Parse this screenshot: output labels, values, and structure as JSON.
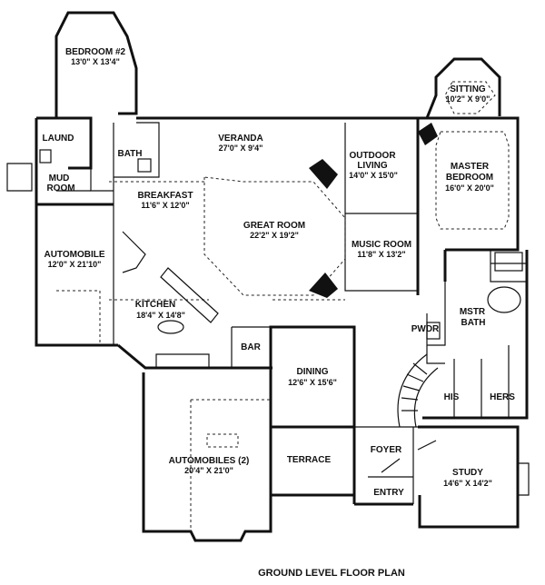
{
  "caption": "GROUND LEVEL FLOOR PLAN",
  "rooms": {
    "bedroom2": {
      "name": "BEDROOM #2",
      "dim": "13'0\" X 13'4\""
    },
    "sitting": {
      "name": "SITTING",
      "dim": "10'2\" X 9'0\""
    },
    "veranda": {
      "name": "VERANDA",
      "dim": "27'0\" X 9'4\""
    },
    "laund": {
      "name": "LAUND"
    },
    "bath": {
      "name": "BATH"
    },
    "mudroom_1": {
      "name": "MUD"
    },
    "mudroom_2": {
      "name": "ROOM"
    },
    "outdoor_living_1": {
      "name": "OUTDOOR"
    },
    "outdoor_living_2": {
      "name": "LIVING",
      "dim": "14'0\" X 15'0\""
    },
    "master_bedroom_1": {
      "name": "MASTER"
    },
    "master_bedroom_2": {
      "name": "BEDROOM",
      "dim": "16'0\" X 20'0\""
    },
    "breakfast": {
      "name": "BREAKFAST",
      "dim": "11'6\" X 12'0\""
    },
    "great_room": {
      "name": "GREAT ROOM",
      "dim": "22'2\" X 19'2\""
    },
    "music_room": {
      "name": "MUSIC ROOM",
      "dim": "11'8\" X 13'2\""
    },
    "automobile": {
      "name": "AUTOMOBILE",
      "dim": "12'0\" X 21'10\""
    },
    "mstr_bath_1": {
      "name": "MSTR"
    },
    "mstr_bath_2": {
      "name": "BATH"
    },
    "kitchen": {
      "name": "KITCHEN",
      "dim": "18'4\" X 14'8\""
    },
    "pwdr": {
      "name": "PWDR"
    },
    "bar": {
      "name": "BAR"
    },
    "dining": {
      "name": "DINING",
      "dim": "12'6\" X 15'6\""
    },
    "his": {
      "name": "HIS"
    },
    "hers": {
      "name": "HERS"
    },
    "foyer": {
      "name": "FOYER"
    },
    "automobiles2": {
      "name": "AUTOMOBILES (2)",
      "dim": "20'4\" X 21'0\""
    },
    "terrace": {
      "name": "TERRACE"
    },
    "study": {
      "name": "STUDY",
      "dim": "14'6\" X 14'2\""
    },
    "entry": {
      "name": "ENTRY"
    }
  }
}
